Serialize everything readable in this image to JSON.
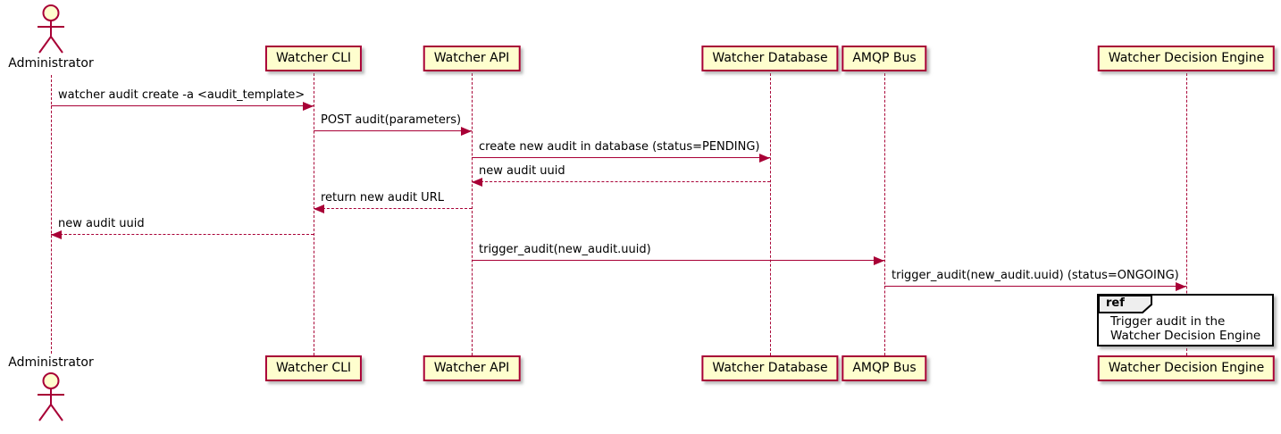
{
  "diagram": {
    "type": "sequence",
    "colors": {
      "line": "#A80036",
      "participant_fill": "#FEFECE",
      "participant_border": "#A80036",
      "text": "#000000",
      "ref_border": "#000000",
      "ref_header_fill": "#EEEEEE",
      "ref_fill": "#FFFFFF"
    },
    "participants": [
      {
        "id": "administrator",
        "label": "Administrator",
        "kind": "actor"
      },
      {
        "id": "watcher-cli",
        "label": "Watcher CLI",
        "kind": "participant"
      },
      {
        "id": "watcher-api",
        "label": "Watcher API",
        "kind": "participant"
      },
      {
        "id": "watcher-database",
        "label": "Watcher Database",
        "kind": "participant"
      },
      {
        "id": "amqp-bus",
        "label": "AMQP Bus",
        "kind": "participant"
      },
      {
        "id": "watcher-decision-engine",
        "label": "Watcher Decision Engine",
        "kind": "participant"
      }
    ],
    "messages": [
      {
        "from": "administrator",
        "to": "watcher-cli",
        "label": "watcher audit create -a <audit_template>",
        "style": "solid"
      },
      {
        "from": "watcher-cli",
        "to": "watcher-api",
        "label": "POST audit(parameters)",
        "style": "solid"
      },
      {
        "from": "watcher-api",
        "to": "watcher-database",
        "label": "create new audit in database (status=PENDING)",
        "style": "solid"
      },
      {
        "from": "watcher-database",
        "to": "watcher-api",
        "label": "new audit uuid",
        "style": "dashed"
      },
      {
        "from": "watcher-api",
        "to": "watcher-cli",
        "label": "return new audit URL",
        "style": "dashed"
      },
      {
        "from": "watcher-cli",
        "to": "administrator",
        "label": "new audit uuid",
        "style": "dashed"
      },
      {
        "from": "watcher-api",
        "to": "amqp-bus",
        "label": "trigger_audit(new_audit.uuid)",
        "style": "solid"
      },
      {
        "from": "amqp-bus",
        "to": "watcher-decision-engine",
        "label": "trigger_audit(new_audit.uuid) (status=ONGOING)",
        "style": "solid"
      }
    ],
    "ref": {
      "keyword": "ref",
      "over": "watcher-decision-engine",
      "lines": [
        "Trigger audit in the",
        "Watcher Decision Engine"
      ]
    }
  }
}
